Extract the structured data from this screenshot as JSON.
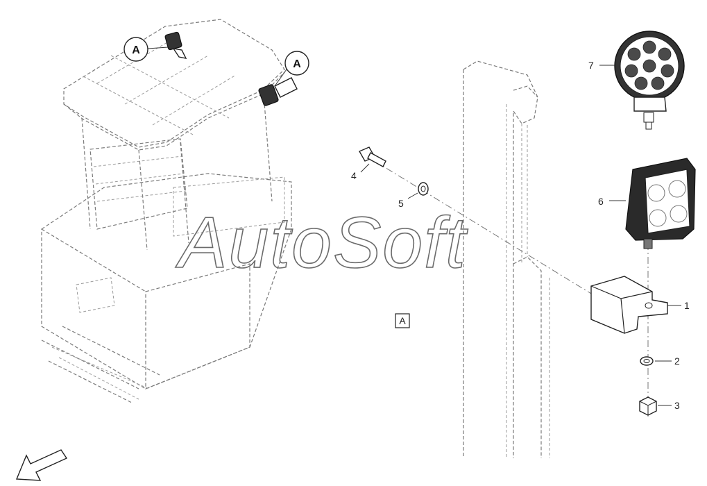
{
  "callouts": {
    "c1": "1",
    "c2": "2",
    "c3": "3",
    "c4": "4",
    "c5": "5",
    "c6": "6",
    "c7": "7"
  },
  "detail_marks": {
    "top": "A",
    "right": "A",
    "boxed": "A"
  },
  "watermark": "AutoSoft"
}
